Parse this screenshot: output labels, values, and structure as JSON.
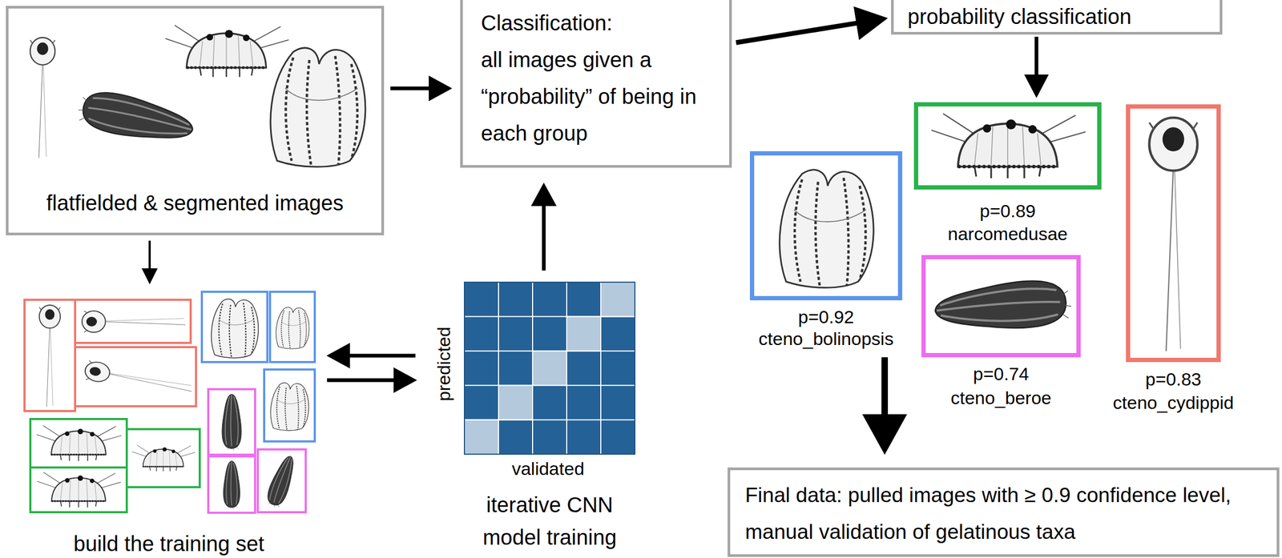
{
  "diagram": {
    "nodes": [
      {
        "text": [
          "flatfielded & segmented images"
        ]
      },
      {
        "text": [
          "Classification:",
          "all images given a “probability” of being in each group"
        ]
      },
      {
        "text": [
          "probability classification"
        ]
      },
      {
        "text": [
          "build the training set"
        ]
      },
      {
        "text": [
          "iterative CNN model training"
        ]
      },
      {
        "text": [
          "p=0.92",
          "cteno_bolinopsis"
        ]
      },
      {
        "text": [
          "p=0.89",
          "narcomedusae"
        ]
      },
      {
        "text": [
          "p=0.74",
          "cteno_beroe"
        ]
      },
      {
        "text": [
          "p=0.83",
          "cteno_cydippid"
        ]
      },
      {
        "text": [
          "Final data: pulled images with ≥ 0.9 confidence level, manual validation of gelatinous taxa"
        ]
      }
    ],
    "edges": [
      {
        "from": 0,
        "to": 1,
        "arrow": "to"
      },
      {
        "from": 0,
        "to": 3,
        "arrow": "to"
      },
      {
        "from": 3,
        "to": 4,
        "arrow": "to"
      },
      {
        "from": 4,
        "to": 3,
        "arrow": "to"
      },
      {
        "from": 4,
        "to": 1,
        "arrow": "to"
      },
      {
        "from": 1,
        "to": 2,
        "arrow": "to"
      },
      {
        "from": 2,
        "to": 6,
        "arrow": "to"
      },
      {
        "from": 5,
        "to": 9,
        "arrow": "to"
      }
    ],
    "labels": [
      "predicted",
      "validated"
    ]
  }
}
